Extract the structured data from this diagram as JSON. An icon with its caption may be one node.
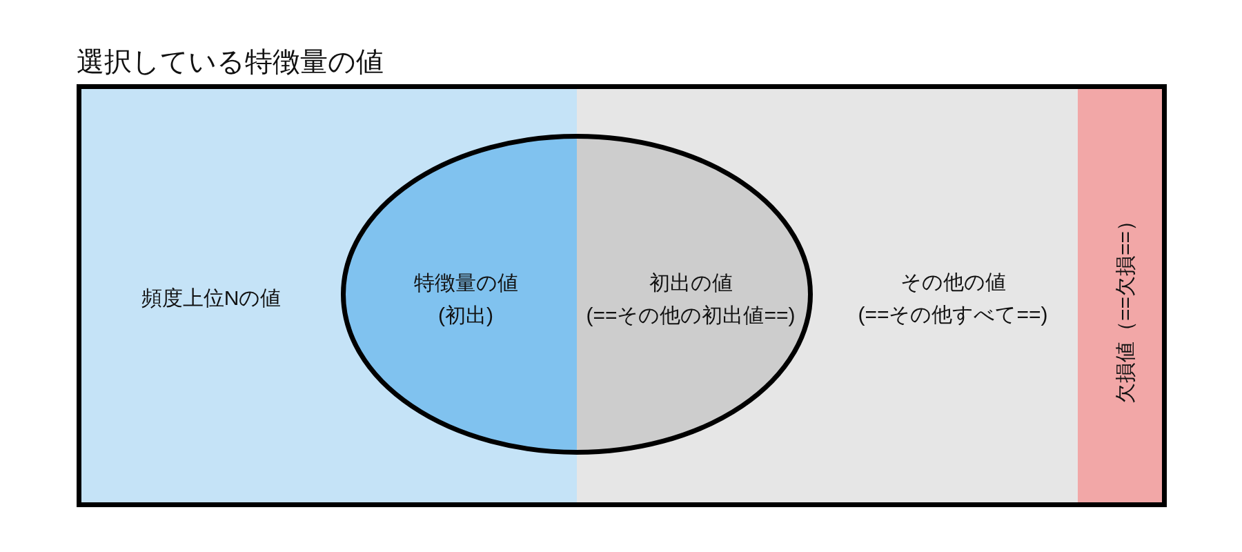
{
  "diagram": {
    "nodes": [
      {
        "text": [
          "選択している特徴量の値"
        ]
      },
      {
        "text": [
          "頻度上位Nの値"
        ],
        "in": 0
      },
      {
        "text": [
          "特徴量の値",
          "(初出)"
        ],
        "in": 1
      },
      {
        "text": [
          "初出の値",
          "(==その他の初出値==)"
        ],
        "in": 4
      },
      {
        "text": [
          "その他の値",
          "(==その他すべて==)"
        ],
        "in": 0
      },
      {
        "text": [
          "欠損値（==欠損==）"
        ],
        "in": 0
      }
    ]
  }
}
